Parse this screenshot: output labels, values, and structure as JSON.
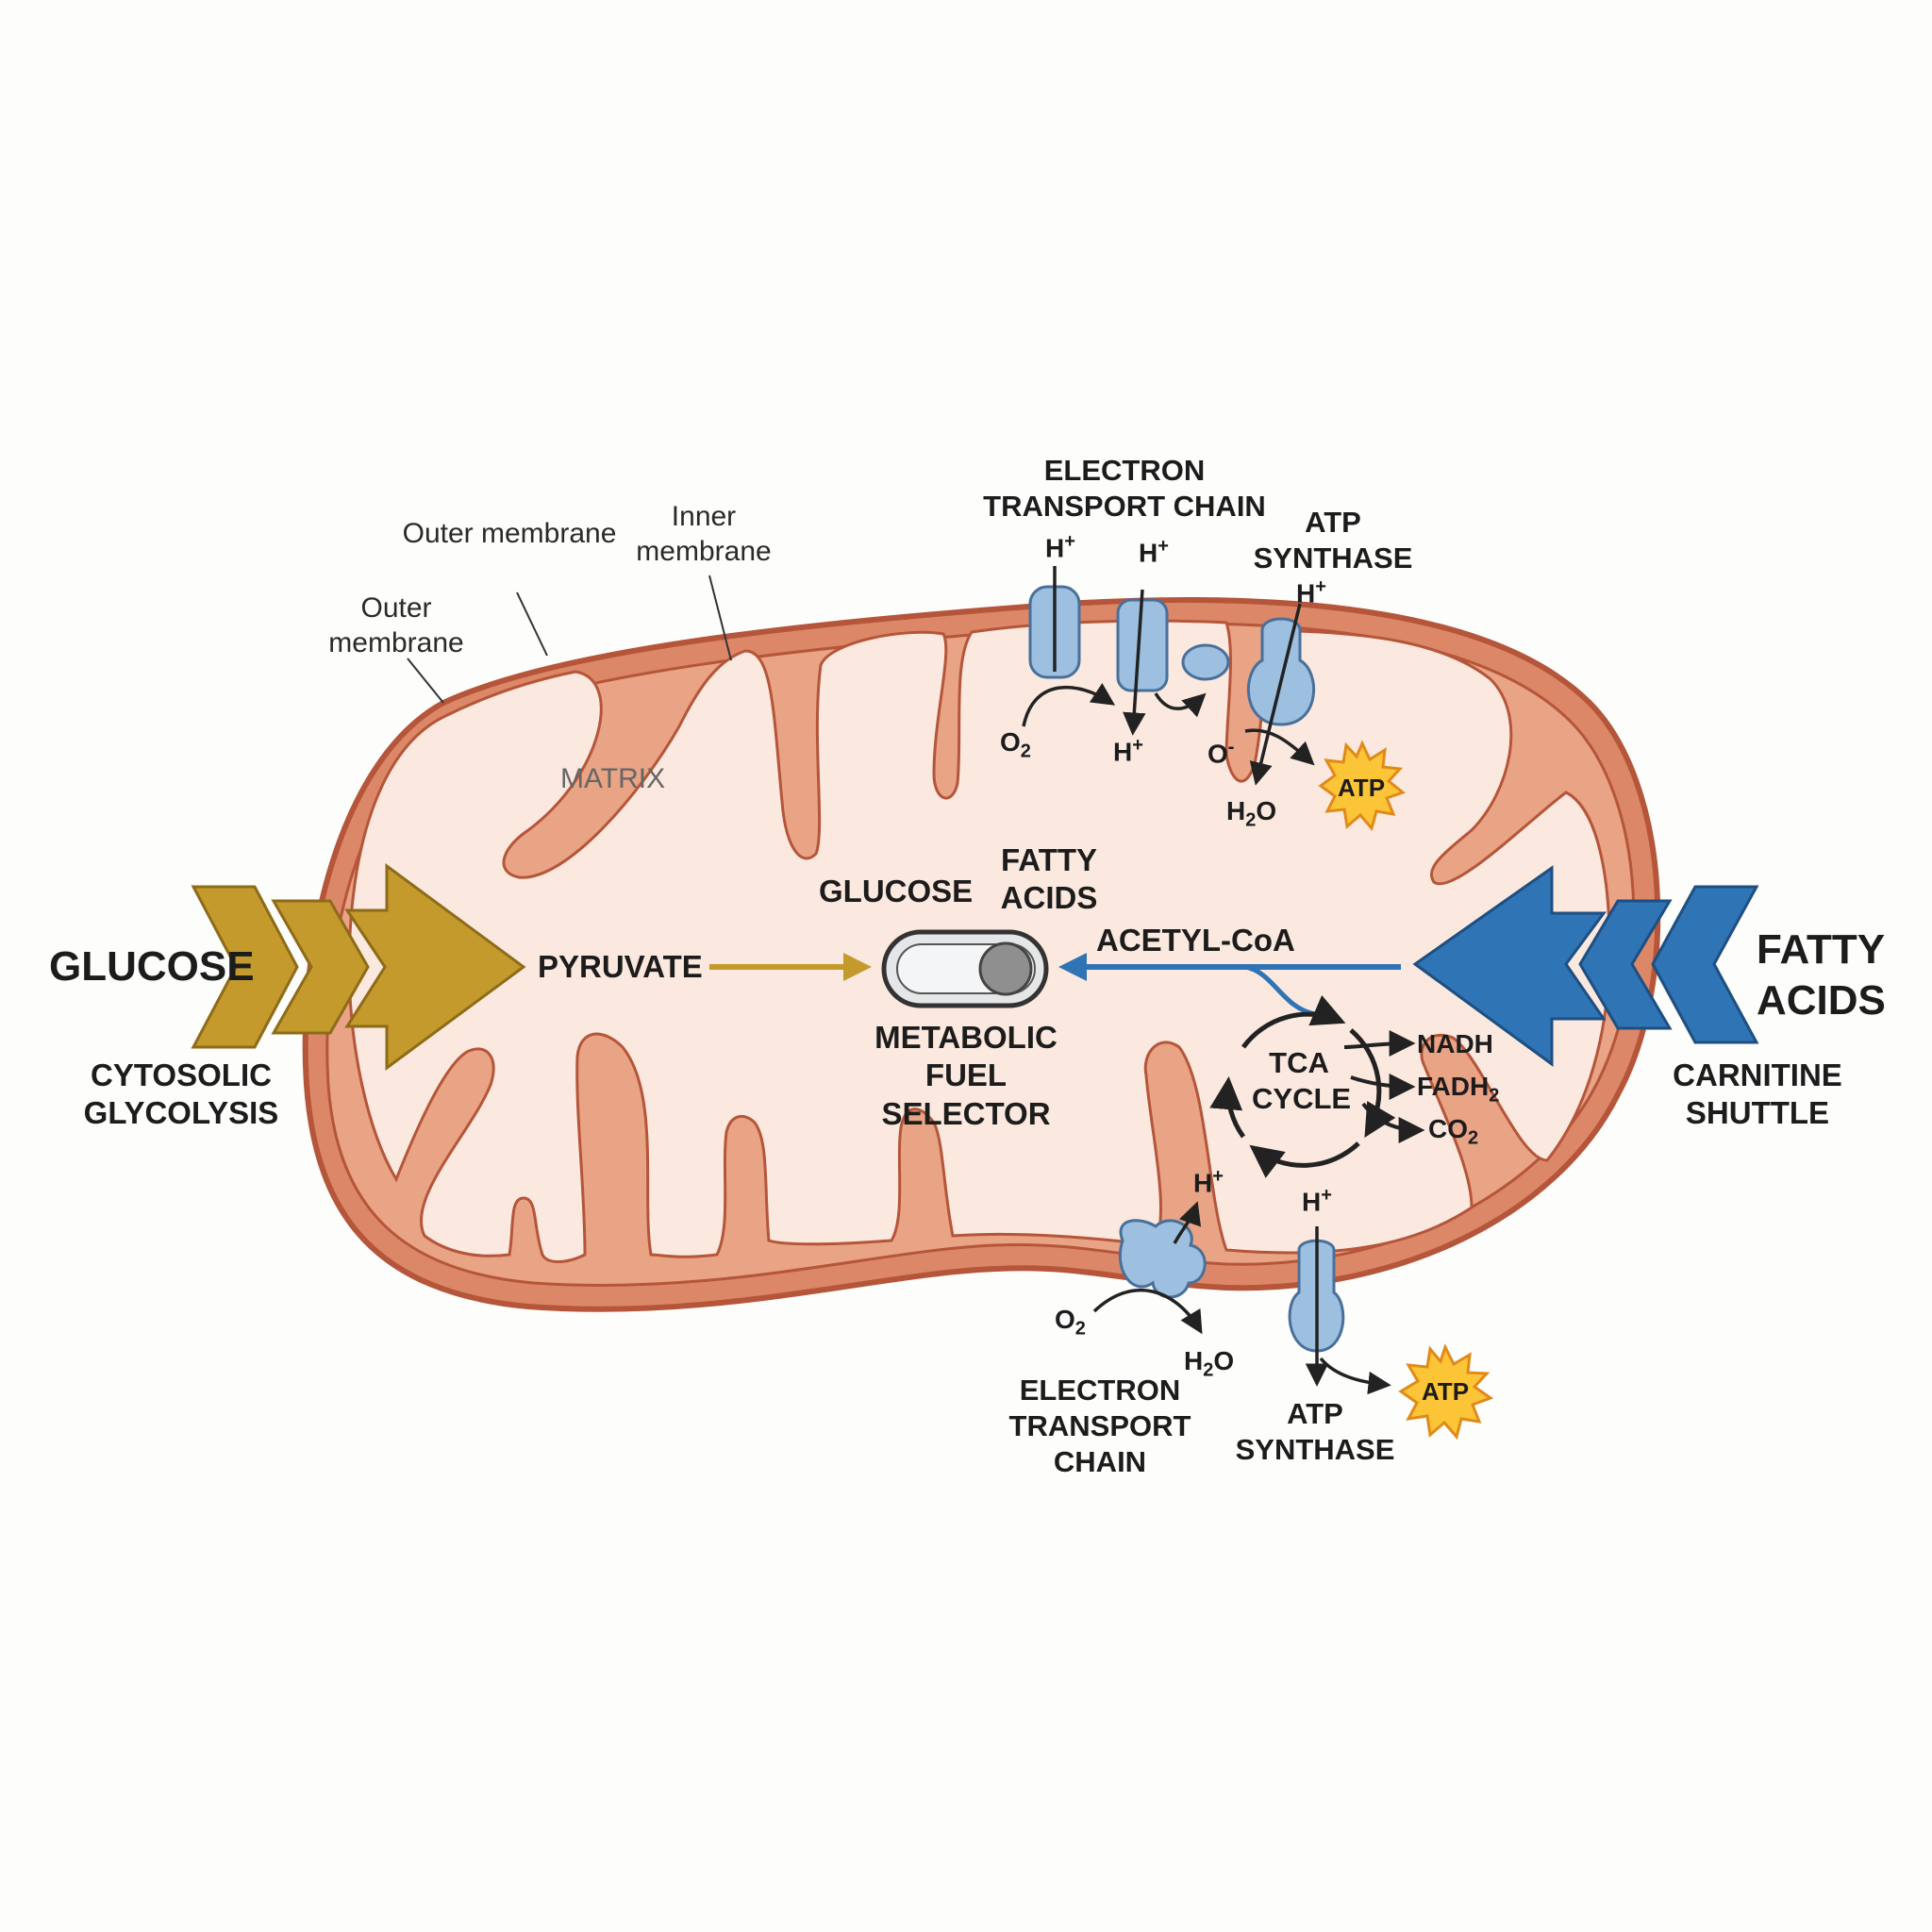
{
  "labels": {
    "outer_membrane_a": "Outer membrane",
    "outer_membrane_b": "Outer membrane",
    "inner_membrane": "Inner membrane",
    "matrix": "MATRIX",
    "glucose_input": "GLUCOSE",
    "cytosolic_glycolysis": "CYTOSOLIC GLYCOLYSIS",
    "fatty_acids_input": "FATTY ACIDS",
    "carnitine_shuttle": "CARNITINE SHUTTLE",
    "pyruvate": "PYRUVATE",
    "acetyl_coa": "ACETYL-CoA",
    "selector_glucose": "GLUCOSE",
    "selector_fatty_acids": "FATTY ACIDS",
    "metabolic_fuel_selector": "METABOLIC FUEL SELECTOR",
    "tca_cycle": "TCA CYCLE",
    "nadh": "NADH",
    "fadh2": "FADH",
    "co2": "CO",
    "sub_2": "2",
    "etc_top": "ELECTRON TRANSPORT CHAIN",
    "atp_synthase_top": "ATP SYNTHASE",
    "etc_bottom": "ELECTRON TRANSPORT CHAIN",
    "atp_synthase_bottom": "ATP SYNTHASE",
    "h_plus": "H",
    "plus": "+",
    "minus": "-",
    "o2": "O",
    "o_minus": "O",
    "h2o_h": "H",
    "h2o_o": "O",
    "atp": "ATP"
  },
  "colors": {
    "glucose_arrow": "#c49a2c",
    "fatty_acid_arrow": "#2f74b5",
    "membrane": "#dc8868",
    "membrane_stroke": "#b5553a",
    "matrix_fill": "#fbe9e0",
    "protein": "#9dbfe0",
    "atp_star": "#fcc537"
  },
  "selector_state": "fatty-acids"
}
